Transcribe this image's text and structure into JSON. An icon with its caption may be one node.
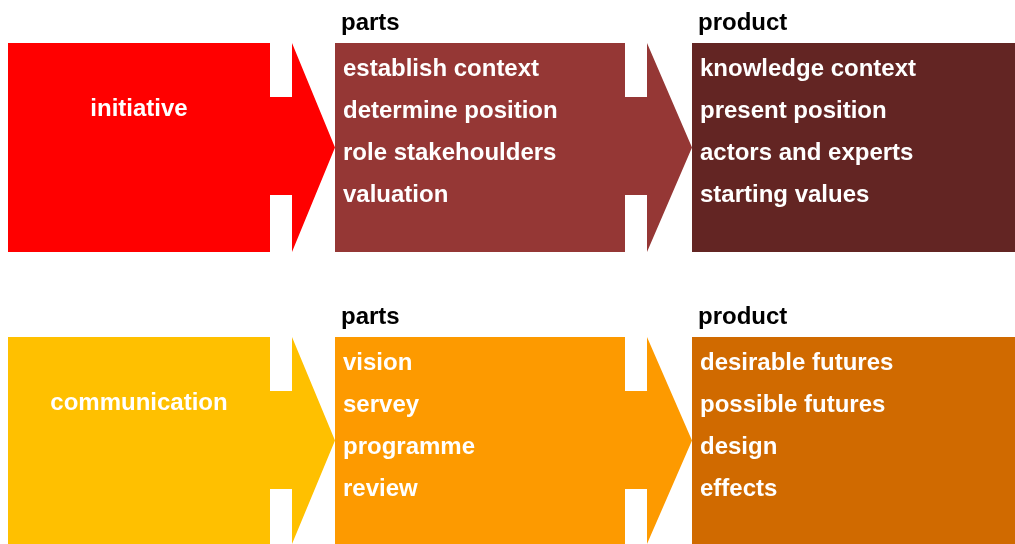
{
  "diagram": {
    "nodes": [
      {
        "text": [
          "initiative"
        ]
      },
      {
        "text": [
          "parts",
          "establish context",
          "determine position",
          "role stakehoulders",
          "valuation"
        ]
      },
      {
        "text": [
          "product",
          "knowledge context",
          "present position",
          "actors and experts",
          "starting values"
        ]
      },
      {
        "text": [
          "communication"
        ]
      },
      {
        "text": [
          "parts",
          "vision",
          "servey",
          "programme",
          "review"
        ]
      },
      {
        "text": [
          "product",
          "desirable futures",
          "possible futures",
          "design",
          "effects"
        ]
      }
    ],
    "edges": [
      {
        "from": 0,
        "to": 1,
        "arrow": "to",
        "style": "thick",
        "color": "#ff0000"
      },
      {
        "from": 1,
        "to": 2,
        "arrow": "to",
        "style": "thick",
        "color": "#953735"
      },
      {
        "from": 3,
        "to": 4,
        "arrow": "to",
        "style": "thick",
        "color": "#ffc000"
      },
      {
        "from": 4,
        "to": 5,
        "arrow": "to",
        "style": "thick",
        "color": "#fd9a00"
      }
    ]
  }
}
